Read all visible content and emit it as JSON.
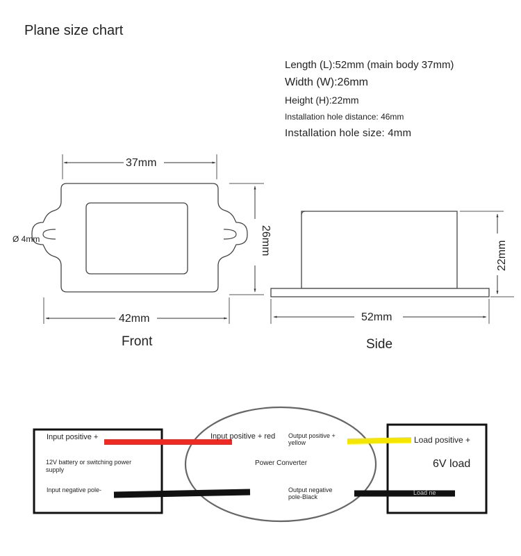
{
  "page": {
    "title": "Plane size chart"
  },
  "specs": {
    "length": "Length (L):52mm (main body 37mm)",
    "width": "Width (W):26mm",
    "height": "Height (H):22mm",
    "hole_distance": "Installation hole distance: 46mm",
    "hole_size": "Installation hole size: 4mm"
  },
  "front_view": {
    "top_dim": "37mm",
    "bottom_dim": "42mm",
    "side_dim": "26mm",
    "hole_dim": "Ø 4mm",
    "caption": "Front"
  },
  "side_view": {
    "bottom_dim": "52mm",
    "side_dim": "22mm",
    "caption": "Side"
  },
  "wiring": {
    "input_positive": "Input positive +",
    "input_supply": "12V battery or switching power supply",
    "input_negative": "Input negative pole-",
    "converter_input_positive": "Input positive + red",
    "converter_name": "Power Converter",
    "output_positive": "Output positive + yellow",
    "output_negative": "Output negative pole-Black",
    "load_positive": "Load positive +",
    "load_name": "6V load",
    "load_negative_partial": "Load ne"
  },
  "colors": {
    "red_wire": "#ee2a24",
    "yellow_wire": "#f5e600",
    "black_wire": "#111111"
  }
}
